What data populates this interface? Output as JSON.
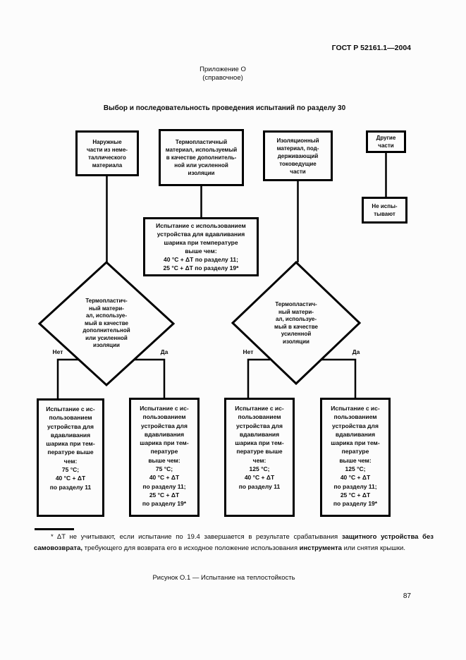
{
  "header": {
    "doc_number": "ГОСТ Р 52161.1—2004",
    "annex_title": "Приложение О",
    "annex_subtitle": "(справочное)"
  },
  "title": "Выбор и последовательность проведения испытаний по разделу 30",
  "flowchart": {
    "box_nonmetallic": "Наружные\nчасти из неме-\nталлического\nматериала",
    "box_thermoplastic_supplementary": "Термопластичный\nматериал, используемый\nв качестве дополнитель-\nной или усиленной\nизоляции",
    "box_insulating": "Изоляционный\nматериал, под-\nдерживающий\nтоковедущие\nчасти",
    "box_other_parts": "Другие\nчасти",
    "box_not_tested": "Не испы-\nтывают",
    "box_ball_pressure_condition": "Испытание с использованием\nустройства для вдавливания\nшарика при температуре\nвыше чем:\n40 °С + ΔT по разделу 11;\n25 °С + ΔT по разделу 19*",
    "decision_left": "Термопластич-\nный матери-\nал, используе-\nмый в качестве\nдополнительной\nили усиленной\nизоляции",
    "decision_right": "Термопластич-\nный матери-\nал, используе-\nмый в качестве\nусиленной\nизоляции",
    "label_no": "Нет",
    "label_yes": "Да",
    "box_result_1": "Испытание с ис-\nпользованием\nустройства для\nвдавливания\nшарика при тем-\nпературе выше\nчем:\n75 °С;\n40 °С + ΔT\nпо разделу 11",
    "box_result_2": "Испытание с ис-\nпользованием\nустройства для\nвдавливания\nшарика при тем-\nпературе\nвыше чем:\n75 °С;\n40 °С + ΔT\nпо разделу 11;\n25 °С + ΔT\nпо разделу 19*",
    "box_result_3": "Испытание с ис-\nпользованием\nустройства для\nвдавливания\nшарика при тем-\nпературе выше\nчем:\n125 °С;\n40 °С + ΔT\nпо разделу 11",
    "box_result_4": "Испытание с ис-\nпользованием\nустройства для\nвдавливания\nшарика при тем-\nпературе\nвыше чем:\n125 °С;\n40 °С + ΔT\nпо разделу 11;\n25 °С + ΔT\nпо разделу 19*"
  },
  "footnote": {
    "segments": [
      {
        "text": "* ΔT не учитывают, если испытание по 19.4 завершается в результате срабатывания ",
        "bold": false
      },
      {
        "text": "защитного устройства без самовозврата,",
        "bold": true
      },
      {
        "text": " требующего для возврата его в исходное положение использования ",
        "bold": false
      },
      {
        "text": "инструмента",
        "bold": true
      },
      {
        "text": " или снятия крышки.",
        "bold": false
      }
    ]
  },
  "caption": "Рисунок О.1 — Испытание на теплостойкость",
  "page_number": "87",
  "colors": {
    "ink": "#0a0a0a",
    "paper": "#fcfcfc"
  }
}
